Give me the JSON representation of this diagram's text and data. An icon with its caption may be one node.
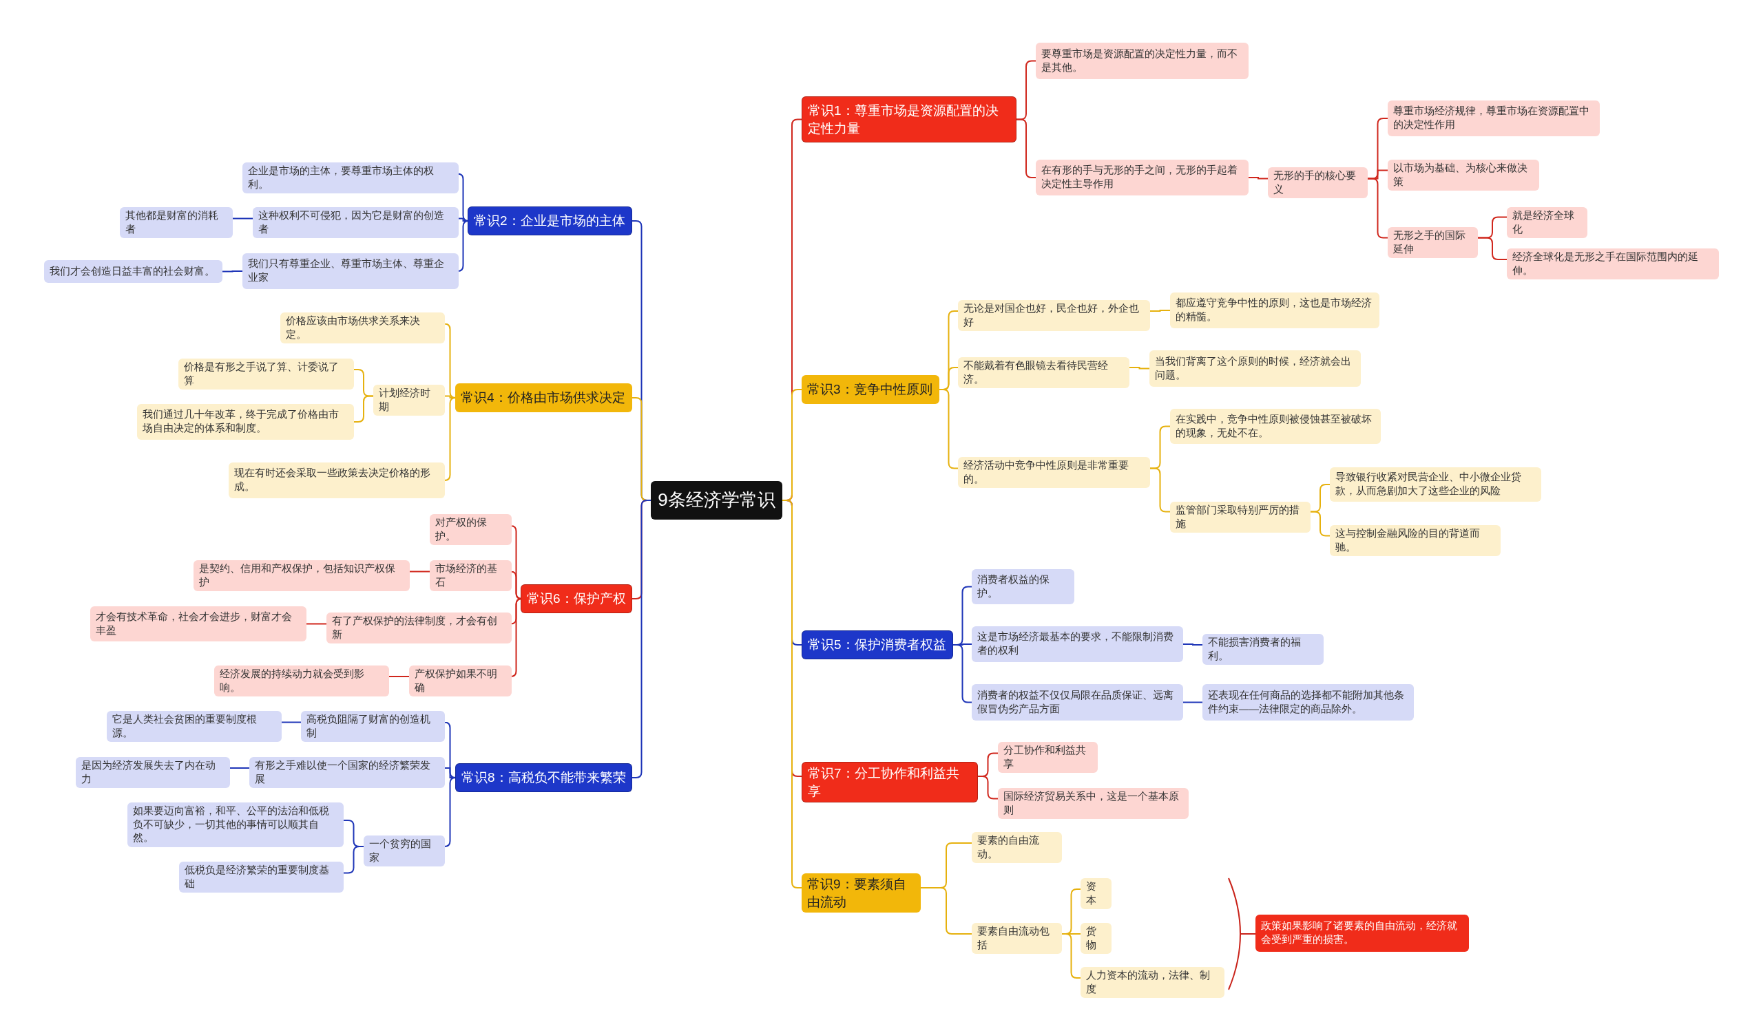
{
  "diagram": {
    "nodes": [
      {
        "text": [
          "9条经济学常识"
        ]
      },
      {
        "text": [
          "常识1：尊重市场是资源配置的决定性力量"
        ]
      },
      {
        "text": [
          "要尊重市场是资源配置的决定性力量，而不是其他。"
        ]
      },
      {
        "text": [
          "在有形的手与无形的手之间，无形的手起着决定性主导作用"
        ]
      },
      {
        "text": [
          "无形的手的核心要义"
        ]
      },
      {
        "text": [
          "尊重市场经济规律，尊重市场在资源配置中的决定性作用"
        ]
      },
      {
        "text": [
          "以市场为基础、为核心来做决策"
        ]
      },
      {
        "text": [
          "无形之手的国际延伸"
        ]
      },
      {
        "text": [
          "就是经济全球化"
        ]
      },
      {
        "text": [
          "经济全球化是无形之手在国际范围内的延伸。"
        ]
      },
      {
        "text": [
          "常识2：企业是市场的主体"
        ]
      },
      {
        "text": [
          "企业是市场的主体，要尊重市场主体的权利。"
        ]
      },
      {
        "text": [
          "这种权利不可侵犯，因为它是财富的创造者"
        ]
      },
      {
        "text": [
          "其他都是财富的消耗者"
        ]
      },
      {
        "text": [
          "我们只有尊重企业、尊重市场主体、尊重企业家"
        ]
      },
      {
        "text": [
          "我们才会创造日益丰富的社会财富。"
        ]
      },
      {
        "text": [
          "常识3：竞争中性原则"
        ]
      },
      {
        "text": [
          "无论是对国企也好，民企也好，外企也好"
        ]
      },
      {
        "text": [
          "都应遵守竞争中性的原则，这也是市场经济的精髓。"
        ]
      },
      {
        "text": [
          "不能戴着有色眼镜去看待民营经济。"
        ]
      },
      {
        "text": [
          "当我们背离了这个原则的时候，经济就会出问题。"
        ]
      },
      {
        "text": [
          "经济活动中竞争中性原则是非常重要的。"
        ]
      },
      {
        "text": [
          "在实践中，竞争中性原则被侵蚀甚至被破坏的现象，无处不在。"
        ]
      },
      {
        "text": [
          "监管部门采取特别严厉的措施"
        ]
      },
      {
        "text": [
          "导致银行收紧对民营企业、中小微企业贷款，从而急剧加大了这些企业的风险"
        ]
      },
      {
        "text": [
          "这与控制金融风险的目的背道而驰。"
        ]
      },
      {
        "text": [
          "常识4：价格由市场供求决定"
        ]
      },
      {
        "text": [
          "价格应该由市场供求关系来决定。"
        ]
      },
      {
        "text": [
          "计划经济时期"
        ]
      },
      {
        "text": [
          "价格是有形之手说了算、计委说了算"
        ]
      },
      {
        "text": [
          "我们通过几十年改革，终于完成了价格由市场自由决定的体系和制度。"
        ]
      },
      {
        "text": [
          "现在有时还会采取一些政策去决定价格的形成。"
        ]
      },
      {
        "text": [
          "常识5：保护消费者权益"
        ]
      },
      {
        "text": [
          "消费者权益的保护。"
        ]
      },
      {
        "text": [
          "这是市场经济最基本的要求，不能限制消费者的权利"
        ]
      },
      {
        "text": [
          "不能损害消费者的福利。"
        ]
      },
      {
        "text": [
          "消费者的权益不仅仅局限在品质保证、远离假冒伪劣产品方面"
        ]
      },
      {
        "text": [
          "还表现在任何商品的选择都不能附加其他条件约束——法律限定的商品除外。"
        ]
      },
      {
        "text": [
          "常识6：保护产权"
        ]
      },
      {
        "text": [
          "对产权的保护。"
        ]
      },
      {
        "text": [
          "市场经济的基石"
        ]
      },
      {
        "text": [
          "是契约、信用和产权保护，包括知识产权保护"
        ]
      },
      {
        "text": [
          "有了产权保护的法律制度，才会有创新"
        ]
      },
      {
        "text": [
          "才会有技术革命，社会才会进步，财富才会丰盈"
        ]
      },
      {
        "text": [
          "产权保护如果不明确"
        ]
      },
      {
        "text": [
          "经济发展的持续动力就会受到影响。"
        ]
      },
      {
        "text": [
          "常识7：分工协作和利益共享"
        ]
      },
      {
        "text": [
          "分工协作和利益共享"
        ]
      },
      {
        "text": [
          "国际经济贸易关系中，这是一个基本原则"
        ]
      },
      {
        "text": [
          "常识8：高税负不能带来繁荣"
        ]
      },
      {
        "text": [
          "高税负阻隔了财富的创造机制"
        ]
      },
      {
        "text": [
          "它是人类社会贫困的重要制度根源。"
        ]
      },
      {
        "text": [
          "有形之手难以使一个国家的经济繁荣发展"
        ]
      },
      {
        "text": [
          "是因为经济发展失去了内在动力"
        ]
      },
      {
        "text": [
          "一个贫穷的国家"
        ]
      },
      {
        "text": [
          "如果要迈向富裕，和平、公平的法治和低税负不可缺少，一切其他的事情可以顺其自然。"
        ]
      },
      {
        "text": [
          "低税负是经济繁荣的重要制度基础"
        ]
      },
      {
        "text": [
          "常识9：要素须自由流动"
        ]
      },
      {
        "text": [
          "要素的自由流动。"
        ]
      },
      {
        "text": [
          "要素自由流动包括"
        ]
      },
      {
        "text": [
          "资本"
        ]
      },
      {
        "text": [
          "货物"
        ]
      },
      {
        "text": [
          "人力资本的流动，法律、制度"
        ]
      },
      {
        "text": [
          "政策如果影响了诸要素的自由流动，经济就会受到严重的损害。"
        ]
      }
    ],
    "edges": [
      {
        "from": 0,
        "to": 1,
        "arrow": "none",
        "color": "#d0271d"
      },
      {
        "from": 1,
        "to": 2,
        "arrow": "none",
        "color": "#d0271d"
      },
      {
        "from": 1,
        "to": 3,
        "arrow": "none",
        "color": "#d0271d"
      },
      {
        "from": 3,
        "to": 4,
        "arrow": "none",
        "color": "#d0271d"
      },
      {
        "from": 4,
        "to": 5,
        "arrow": "none",
        "color": "#d0271d"
      },
      {
        "from": 4,
        "to": 6,
        "arrow": "none",
        "color": "#d0271d"
      },
      {
        "from": 4,
        "to": 7,
        "arrow": "none",
        "color": "#d0271d"
      },
      {
        "from": 7,
        "to": 8,
        "arrow": "none",
        "color": "#d0271d"
      },
      {
        "from": 7,
        "to": 9,
        "arrow": "none",
        "color": "#d0271d"
      },
      {
        "from": 0,
        "to": 10,
        "arrow": "none",
        "color": "#1f36b8"
      },
      {
        "from": 10,
        "to": 11,
        "arrow": "none",
        "color": "#1f36b8"
      },
      {
        "from": 10,
        "to": 12,
        "arrow": "none",
        "color": "#1f36b8"
      },
      {
        "from": 12,
        "to": 13,
        "arrow": "none",
        "color": "#1f36b8"
      },
      {
        "from": 10,
        "to": 14,
        "arrow": "none",
        "color": "#1f36b8"
      },
      {
        "from": 14,
        "to": 15,
        "arrow": "none",
        "color": "#1f36b8"
      },
      {
        "from": 0,
        "to": 16,
        "arrow": "none",
        "color": "#e6b10e"
      },
      {
        "from": 16,
        "to": 17,
        "arrow": "none",
        "color": "#e6b10e"
      },
      {
        "from": 17,
        "to": 18,
        "arrow": "none",
        "color": "#e6b10e"
      },
      {
        "from": 16,
        "to": 19,
        "arrow": "none",
        "color": "#e6b10e"
      },
      {
        "from": 19,
        "to": 20,
        "arrow": "none",
        "color": "#e6b10e"
      },
      {
        "from": 16,
        "to": 21,
        "arrow": "none",
        "color": "#e6b10e"
      },
      {
        "from": 21,
        "to": 22,
        "arrow": "none",
        "color": "#e6b10e"
      },
      {
        "from": 21,
        "to": 23,
        "arrow": "none",
        "color": "#e6b10e"
      },
      {
        "from": 23,
        "to": 24,
        "arrow": "none",
        "color": "#e6b10e"
      },
      {
        "from": 23,
        "to": 25,
        "arrow": "none",
        "color": "#e6b10e"
      },
      {
        "from": 0,
        "to": 26,
        "arrow": "none",
        "color": "#e6b10e"
      },
      {
        "from": 26,
        "to": 27,
        "arrow": "none",
        "color": "#e6b10e"
      },
      {
        "from": 26,
        "to": 28,
        "arrow": "none",
        "color": "#e6b10e"
      },
      {
        "from": 28,
        "to": 29,
        "arrow": "none",
        "color": "#e6b10e"
      },
      {
        "from": 28,
        "to": 30,
        "arrow": "none",
        "color": "#e6b10e"
      },
      {
        "from": 26,
        "to": 31,
        "arrow": "none",
        "color": "#e6b10e"
      },
      {
        "from": 0,
        "to": 32,
        "arrow": "none",
        "color": "#1f36b8"
      },
      {
        "from": 32,
        "to": 33,
        "arrow": "none",
        "color": "#1f36b8"
      },
      {
        "from": 32,
        "to": 34,
        "arrow": "none",
        "color": "#1f36b8"
      },
      {
        "from": 34,
        "to": 35,
        "arrow": "none",
        "color": "#1f36b8"
      },
      {
        "from": 32,
        "to": 36,
        "arrow": "none",
        "color": "#1f36b8"
      },
      {
        "from": 36,
        "to": 37,
        "arrow": "none",
        "color": "#1f36b8"
      },
      {
        "from": 0,
        "to": 38,
        "arrow": "none",
        "color": "#d0271d"
      },
      {
        "from": 38,
        "to": 39,
        "arrow": "none",
        "color": "#d0271d"
      },
      {
        "from": 38,
        "to": 40,
        "arrow": "none",
        "color": "#d0271d"
      },
      {
        "from": 40,
        "to": 41,
        "arrow": "none",
        "color": "#d0271d"
      },
      {
        "from": 38,
        "to": 42,
        "arrow": "none",
        "color": "#d0271d"
      },
      {
        "from": 42,
        "to": 43,
        "arrow": "none",
        "color": "#d0271d"
      },
      {
        "from": 38,
        "to": 44,
        "arrow": "none",
        "color": "#d0271d"
      },
      {
        "from": 44,
        "to": 45,
        "arrow": "none",
        "color": "#d0271d"
      },
      {
        "from": 0,
        "to": 46,
        "arrow": "none",
        "color": "#d0271d"
      },
      {
        "from": 46,
        "to": 47,
        "arrow": "none",
        "color": "#d0271d"
      },
      {
        "from": 46,
        "to": 48,
        "arrow": "none",
        "color": "#d0271d"
      },
      {
        "from": 0,
        "to": 49,
        "arrow": "none",
        "color": "#1f36b8"
      },
      {
        "from": 49,
        "to": 50,
        "arrow": "none",
        "color": "#1f36b8"
      },
      {
        "from": 50,
        "to": 51,
        "arrow": "none",
        "color": "#1f36b8"
      },
      {
        "from": 49,
        "to": 52,
        "arrow": "none",
        "color": "#1f36b8"
      },
      {
        "from": 52,
        "to": 53,
        "arrow": "none",
        "color": "#1f36b8"
      },
      {
        "from": 49,
        "to": 54,
        "arrow": "none",
        "color": "#1f36b8"
      },
      {
        "from": 54,
        "to": 55,
        "arrow": "none",
        "color": "#1f36b8"
      },
      {
        "from": 54,
        "to": 56,
        "arrow": "none",
        "color": "#1f36b8"
      },
      {
        "from": 0,
        "to": 57,
        "arrow": "none",
        "color": "#e6b10e"
      },
      {
        "from": 57,
        "to": 58,
        "arrow": "none",
        "color": "#e6b10e"
      },
      {
        "from": 57,
        "to": 59,
        "arrow": "none",
        "color": "#e6b10e"
      },
      {
        "from": 59,
        "to": 60,
        "arrow": "none",
        "color": "#e6b10e"
      },
      {
        "from": 59,
        "to": 61,
        "arrow": "none",
        "color": "#e6b10e"
      },
      {
        "from": 59,
        "to": 62,
        "arrow": "none",
        "color": "#e6b10e"
      }
    ]
  }
}
